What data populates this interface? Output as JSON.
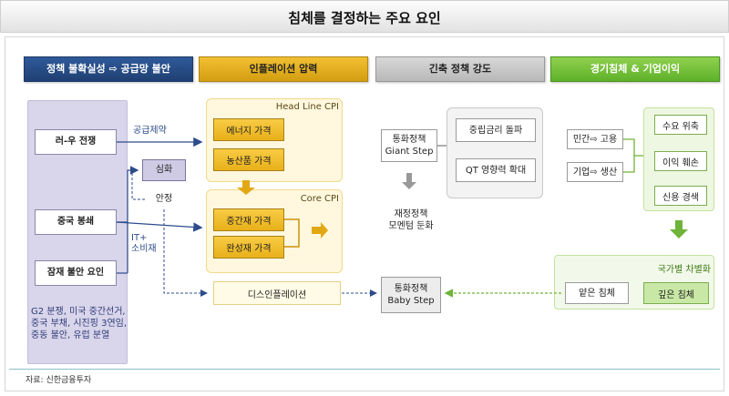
{
  "title": "침체를 결정하는 주요 요인",
  "headers": {
    "policy": "정책 불확실성 ⇨ 공급망 불안",
    "inflation": "인플레이션 압력",
    "tightening": "긴축 정책 강도",
    "recession": "경기침체 & 기업이익"
  },
  "policy": {
    "russia_ukraine": "러-우 전쟁",
    "china_lockdown": "중국 봉쇄",
    "latent_anxiety": "잠재 불안 요인",
    "supply_constraint": "공급제약",
    "deepen": "심화",
    "stabilize": "안정",
    "it_consumer": "IT+\n소비재",
    "risks": "G2 분쟁, 미국 중간선거, 중국 부채, 시진핑 3연임, 중동 불안, 유럽 분열"
  },
  "inflation": {
    "headline_label": "Head Line CPI",
    "energy": "에너지 가격",
    "agri": "농산품 가격",
    "core_label": "Core CPI",
    "intermediate": "중간재 가격",
    "finished": "완성재 가격",
    "disinflation": "디스인플레이션"
  },
  "tightening": {
    "giant_step": "통화정책\nGiant Step",
    "neutral_rate": "중립금리 돌파",
    "qt": "QT 영향력 확대",
    "fiscal": "재정정책\n모멘텀 둔화",
    "baby_step": "통화정책\nBaby Step"
  },
  "recession": {
    "private_employment": "민간⇨ 고용",
    "corporate_production": "기업⇨ 생산",
    "demand_shrink": "수요 위축",
    "profit_damage": "이익 훼손",
    "credit_tightening": "신용 경색",
    "country_diff": "국가별 차별화",
    "shallow": "얕은 침체",
    "deep": "깊은 침체"
  },
  "source": "자료: 신한금융투자"
}
